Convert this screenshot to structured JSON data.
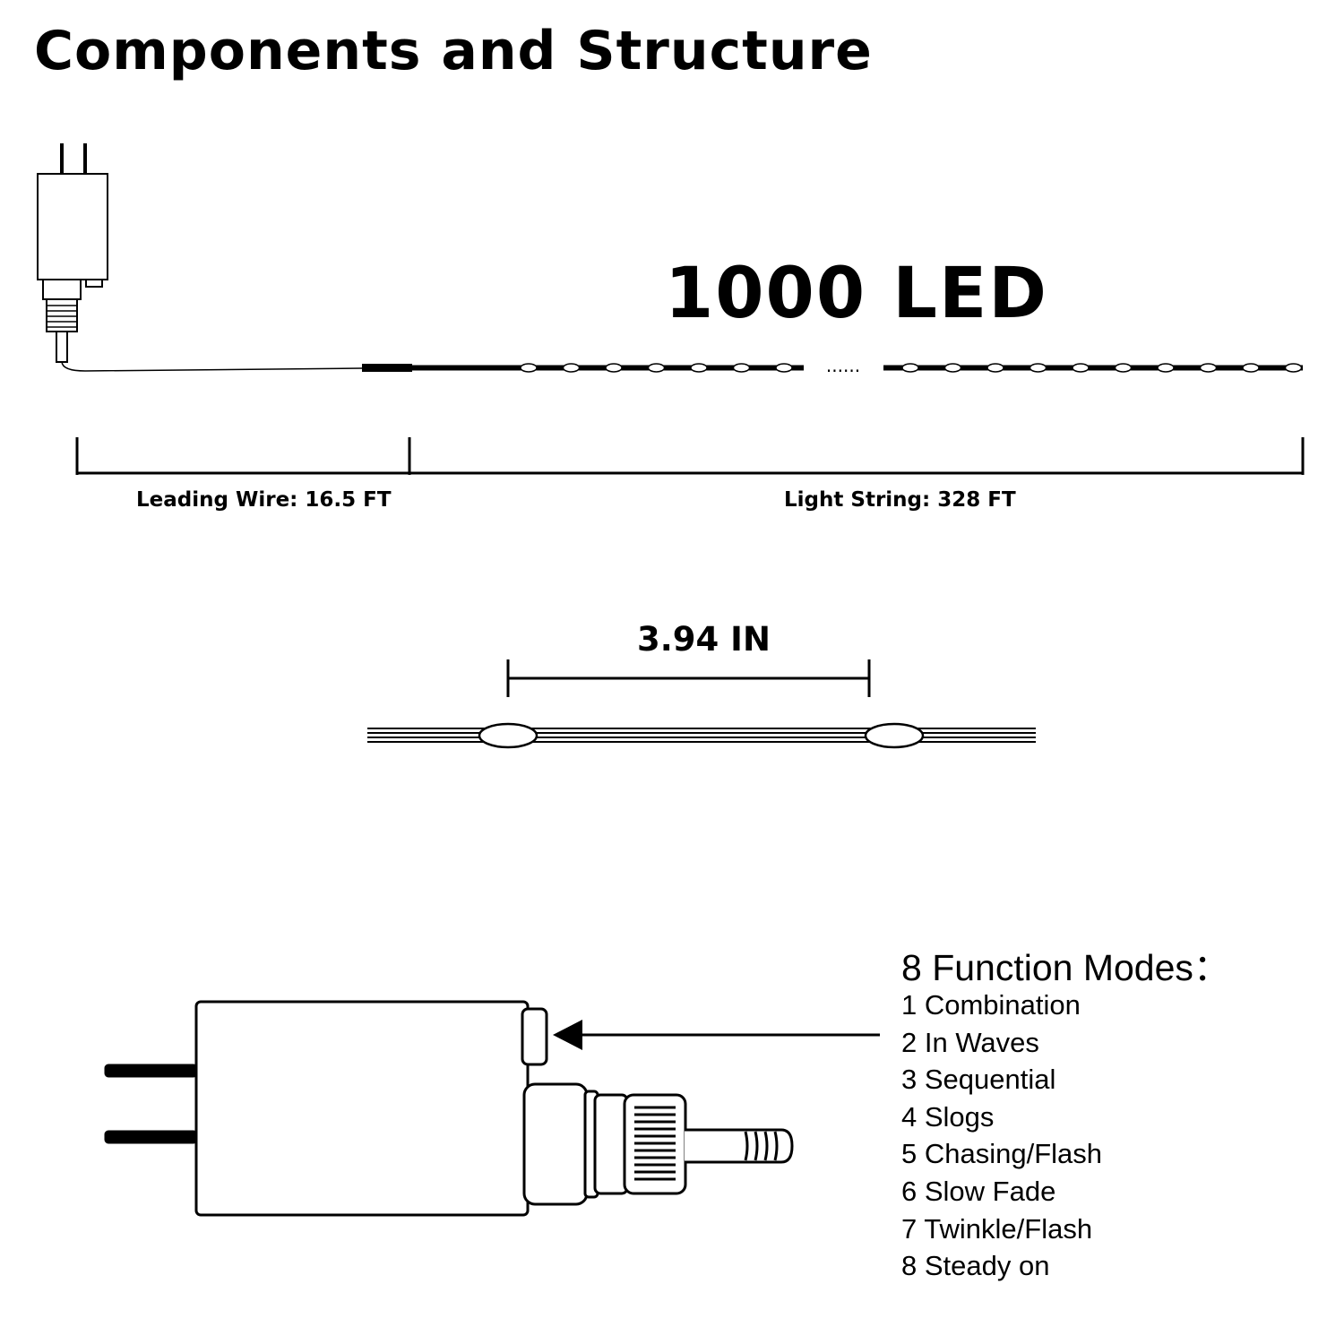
{
  "title": "Components and Structure",
  "led_count": "1000 LED",
  "dimensions": {
    "leading_wire": "Leading Wire: 16.5 FT",
    "light_string": "Light String: 328 FT",
    "led_spacing": "3.94 IN"
  },
  "ellipsis": "......",
  "modes": {
    "title": "8 Function Modes：",
    "items": [
      "1 Combination",
      "2 In Waves",
      "3 Sequential",
      "4 Slogs",
      "5 Chasing/Flash",
      "6 Slow Fade",
      "7 Twinkle/Flash",
      "8 Steady on"
    ]
  },
  "colors": {
    "ink": "#000000",
    "background": "#ffffff",
    "led_fill": "#ffffff"
  }
}
